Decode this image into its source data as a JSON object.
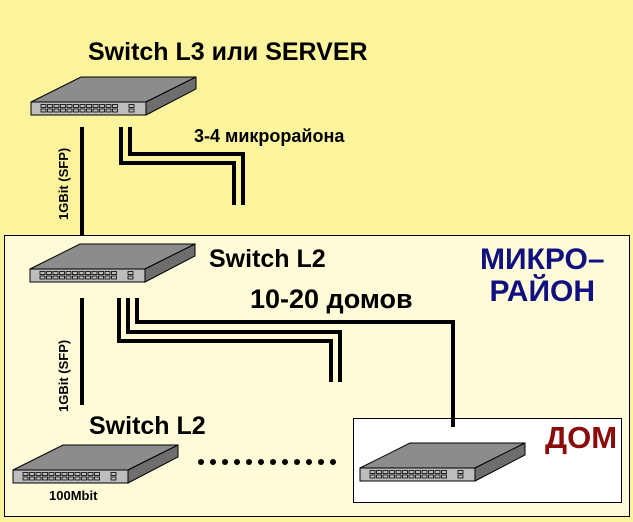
{
  "diagram": {
    "core": {
      "title": "Switch L3 или SERVER"
    },
    "core_link_label": "1GBit (SFP)",
    "core_downlinks_label": "3-4 микрорайона",
    "area": {
      "title_line1": "МИКРО–",
      "title_line2": "РАЙОН",
      "switch_title": "Switch L2",
      "downlinks_label": "10-20 домов",
      "link_label": "1GBit (SFP)"
    },
    "access": {
      "switch_title": "Switch L2",
      "speed_label": "100Mbit"
    },
    "house": {
      "title": "ДОМ"
    },
    "colors": {
      "background": "#fcf49c",
      "area_fill": "#fffbd9",
      "area_title": "#101080",
      "house_title": "#8b0a0a"
    }
  }
}
